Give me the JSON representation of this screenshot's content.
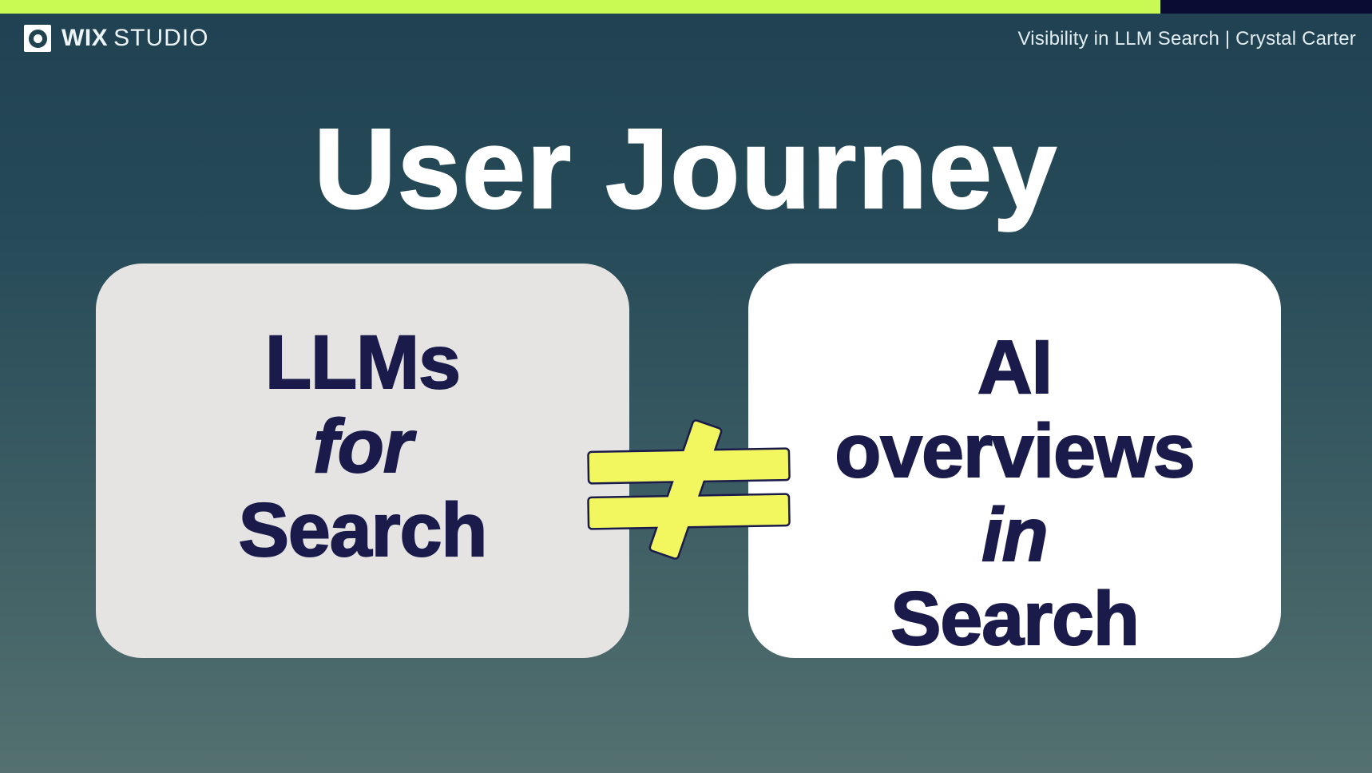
{
  "colors": {
    "bar-lime": "#c9fa53",
    "bar-navy": "#0a0c34",
    "bg-top": "#204151",
    "bg-bottom": "#547170",
    "card-gray": "#e5e4e2",
    "card-white": "#ffffff",
    "ink-navy": "#1a1b4b",
    "accent-yellow": "#f2f75f",
    "header-text": "#e3edf0"
  },
  "header": {
    "brand": {
      "wix": "WIX",
      "studio": "STUDIO"
    },
    "credit": "Visibility in LLM Search | Crystal Carter"
  },
  "slide": {
    "title": "User Journey",
    "left_card": {
      "line1": "LLMs",
      "line2": "for",
      "line3": "Search"
    },
    "comparison": {
      "symbol": "≠",
      "meaning": "not equal to"
    },
    "right_card": {
      "line1": "AI",
      "line2": "overviews",
      "line3": "in",
      "line4": "Search"
    }
  }
}
